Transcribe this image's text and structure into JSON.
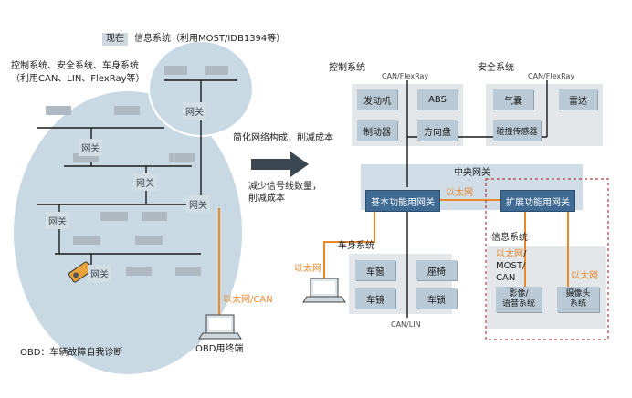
{
  "left": {
    "now_tag": "现在",
    "info_system": "信息系统（利用MOST/IDB1394等）",
    "control_line1": "控制系统、安全系统、车身系统",
    "control_line2": "（利用CAN、LIN、FlexRay等）",
    "gateway_label": "网关",
    "ethernet_can": "以太网/CAN",
    "obd_terminal": "OBD用终端",
    "obd_note": "OBD：车辆故障自我诊断"
  },
  "middle": {
    "line1": "简化网络构成，削减成本",
    "line2a": "减少信号线数量，",
    "line2b": "削减成本"
  },
  "right": {
    "control_system": "控制系统",
    "control_bus": "CAN/FlexRay",
    "safety_system": "安全系统",
    "safety_bus": "CAN/FlexRay",
    "engine": "发动机",
    "abs": "ABS",
    "brake": "制动器",
    "steering": "方向盘",
    "airbag": "气囊",
    "radar": "雷达",
    "collision_sensor": "碰撞传感器",
    "central_gateway": "中央网关",
    "basic_gateway": "基本功能用网关",
    "extended_gateway": "扩展功能用网关",
    "ethernet": "以太网",
    "body_system": "车身系统",
    "window": "车窗",
    "seat": "座椅",
    "mirror": "车镜",
    "lock": "车锁",
    "body_bus": "CAN/LIN",
    "info_system": "信息系统",
    "info_eth": "以太网",
    "info_proto1": "/",
    "info_proto2": "MOST/",
    "info_proto3": "CAN",
    "av_line1": "影像/",
    "av_line2": "语音系统",
    "camera_eth": "以太网",
    "camera_line1": "摄像头",
    "camera_line2": "系统"
  }
}
